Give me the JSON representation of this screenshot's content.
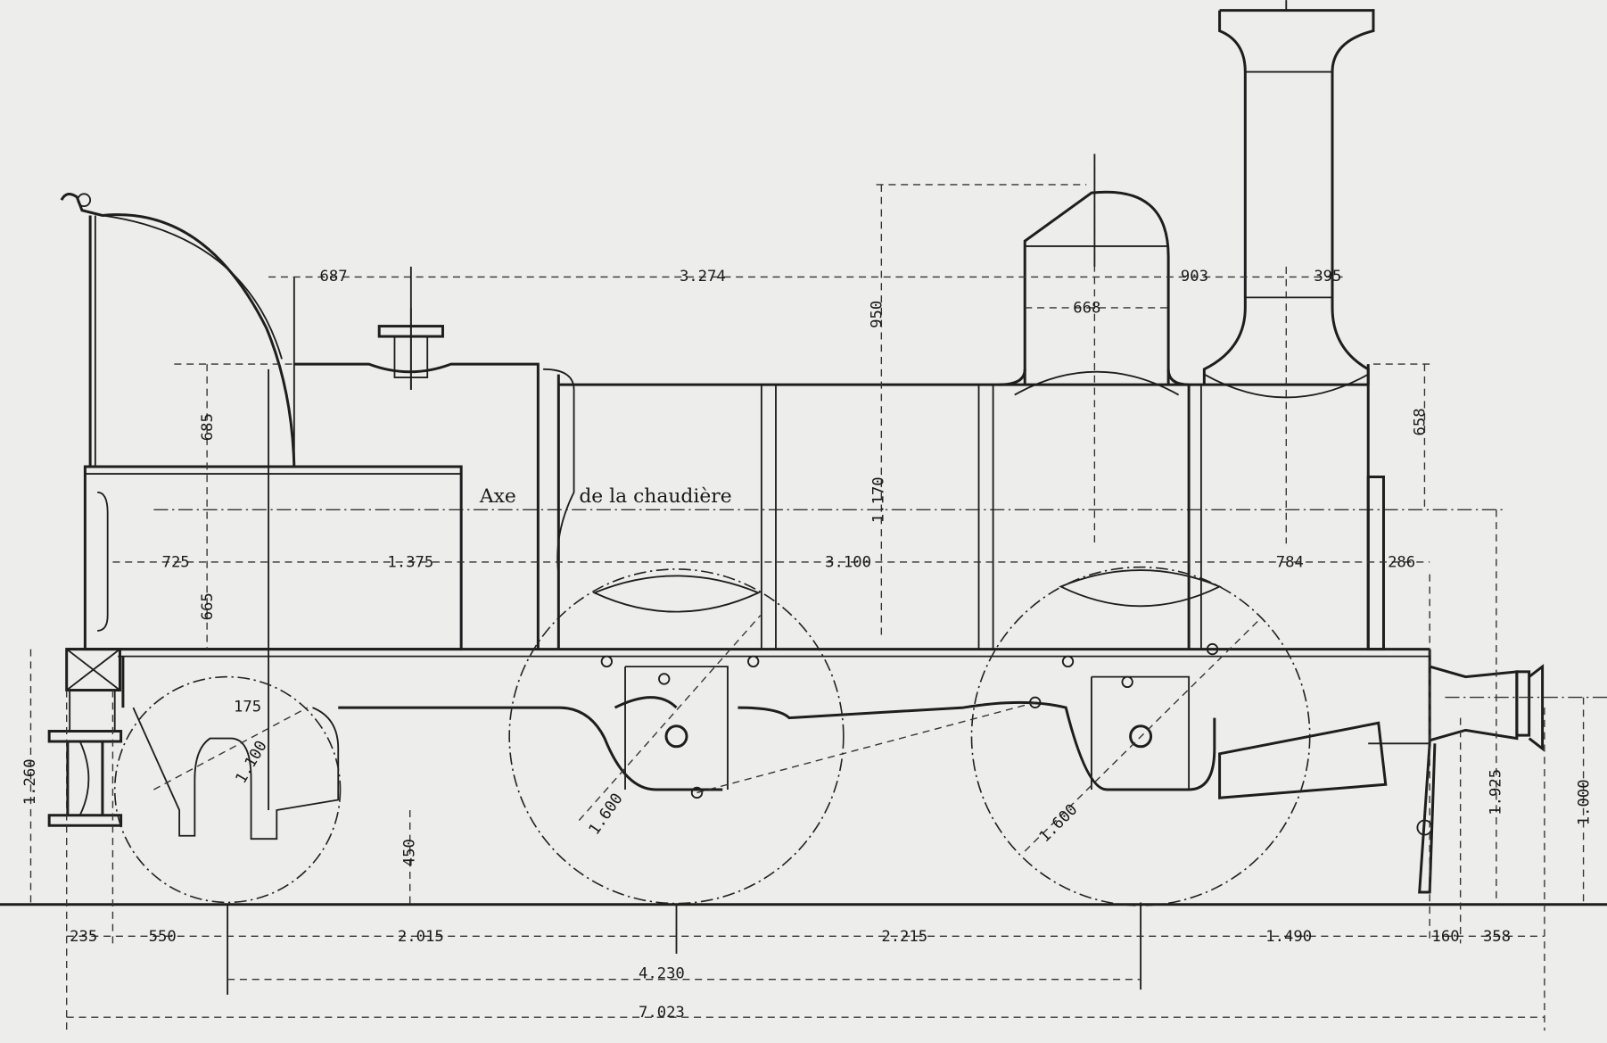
{
  "drawing": {
    "axis_label_1": "Axe",
    "axis_label_2": "de la chaudière",
    "dimensions": {
      "cab_offset": "687",
      "dome_span": "3.274",
      "dome_height": "950",
      "dome_chimney": "903",
      "chimney_dia": "395",
      "dome_dia": "668",
      "smokebox_top": "658",
      "tank_upper": "685",
      "boiler_dia": "1.170",
      "cab_width": "725",
      "firebox_len": "1.375",
      "barrel_len": "3.100",
      "smokebox_len": "784",
      "front_plate": "286",
      "tank_lower": "665",
      "spring_175": "175",
      "rear_wheel_dia": "1.100",
      "buffer_height_rear": "1.260",
      "frame_clearance": "450",
      "driver_dia_1": "1.600",
      "driver_dia_2": "1.600",
      "axis_height": "1.925",
      "buffer_height_front": "1.000",
      "rear_overhang": "235",
      "rear_to_axle": "550",
      "wheelbase_1": "2.015",
      "wheelbase_2": "2.215",
      "front_to_frame": "1.490",
      "frame_end": "160",
      "buffer_len": "358",
      "total_wheelbase": "4.230",
      "total_length": "7.023"
    }
  }
}
